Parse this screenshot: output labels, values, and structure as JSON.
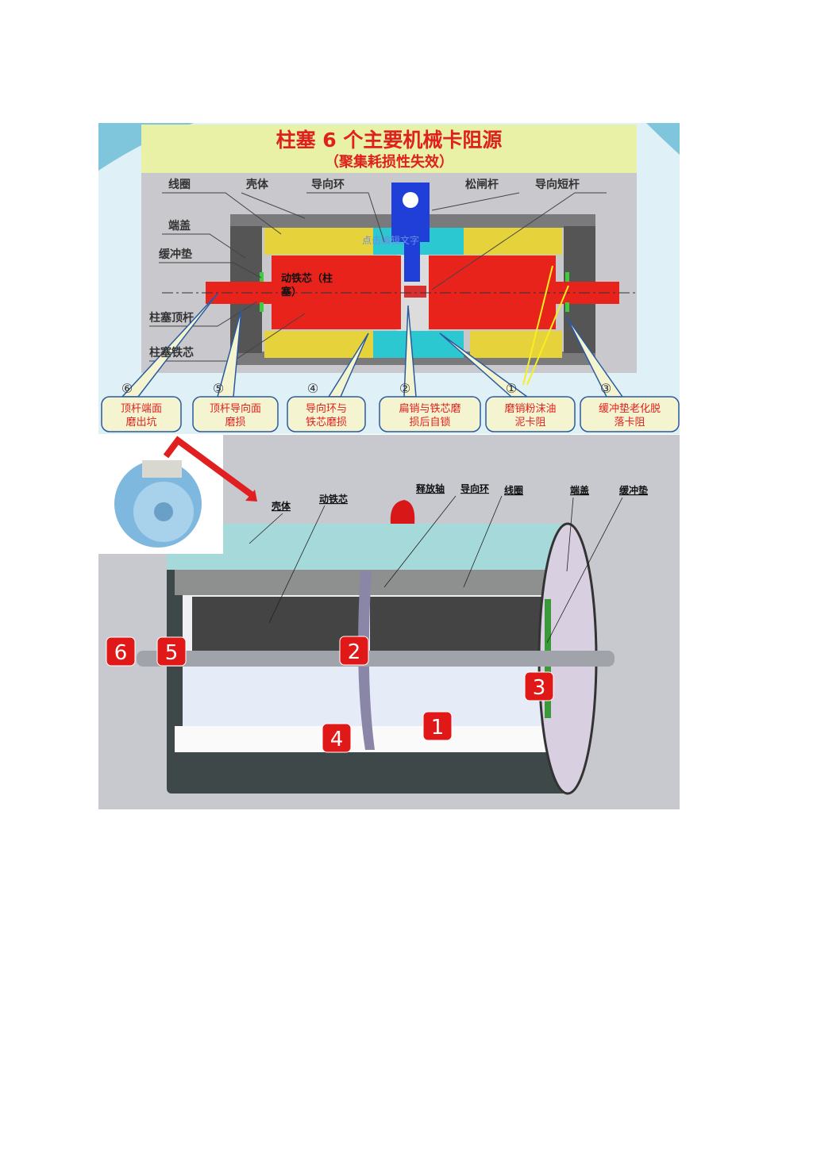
{
  "top_panel": {
    "title": "柱塞 6 个主要机械卡阻源",
    "subtitle": "（聚集耗损性失效）",
    "part_labels": {
      "coil": "线圈",
      "housing": "壳体",
      "guide_ring": "导向环",
      "release_lever": "松闸杆",
      "guide_short_rod": "导向短杆",
      "end_cap": "端盖",
      "buffer_pad": "缓冲垫",
      "plunger_push_rod": "柱塞顶杆",
      "plunger_core": "柱塞铁芯",
      "moving_core_1": "动铁芯（柱",
      "moving_core_2": "塞）",
      "watermark": "点击编辑文字"
    },
    "callouts": [
      {
        "num": "⑥",
        "line1": "顶杆端面",
        "line2": "磨出坑"
      },
      {
        "num": "⑤",
        "line1": "顶杆导向面",
        "line2": "磨损"
      },
      {
        "num": "④",
        "line1": "导向环与",
        "line2": "铁芯磨损"
      },
      {
        "num": "②",
        "line1": "扁销与铁芯磨",
        "line2": "损后自锁"
      },
      {
        "num": "①",
        "line1": "磨销粉沫油",
        "line2": "泥卡阻"
      },
      {
        "num": "③",
        "line1": "缓冲垫老化脱",
        "line2": "落卡阻"
      }
    ]
  },
  "bottom_panel": {
    "labels": {
      "housing": "壳体",
      "moving_core": "动铁芯",
      "release_shaft": "释放轴",
      "guide_ring": "导向环",
      "coil": "线圈",
      "end_cap": "端盖",
      "buffer_pad": "缓冲垫"
    },
    "badges": [
      "6",
      "5",
      "2",
      "3",
      "4",
      "1"
    ]
  },
  "colors": {
    "title_red": "#e0201e",
    "core_red": "#e8231c",
    "coil_yellow": "#e6d23a",
    "guide_cyan": "#2cc8d2",
    "lever_blue": "#1f3fd8",
    "badge_red": "#e01818"
  }
}
